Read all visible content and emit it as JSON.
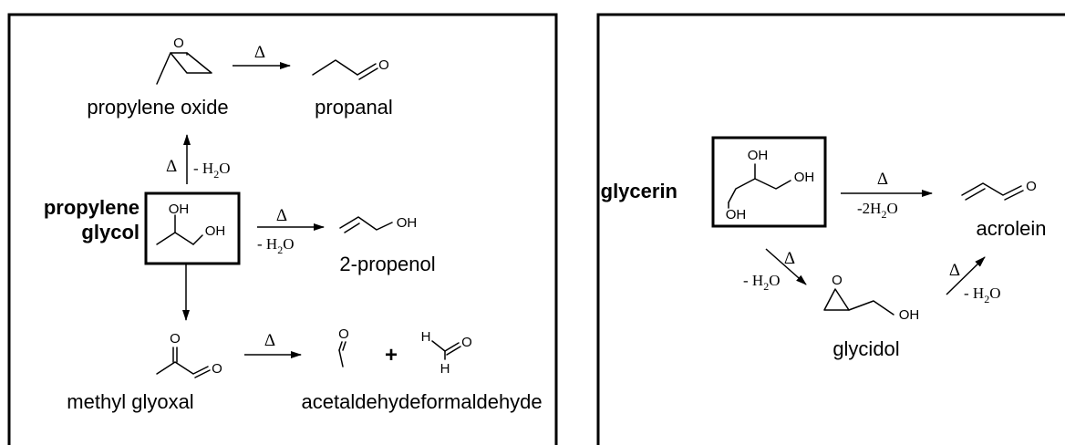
{
  "left_panel": {
    "heat_symbol": "Δ",
    "minus_water": "- H",
    "minus_two_water_prefix": "-2H",
    "water_sub": "2",
    "water_o": "O",
    "plus": "+",
    "propylene_glycol_line1": "propylene",
    "propylene_glycol_line2": "glycol",
    "propylene_oxide": "propylene oxide",
    "propanal": "propanal",
    "propenol": "2-propenol",
    "methyl_glyoxal": "methyl glyoxal",
    "acetaldehyde": "acetaldehyde",
    "formaldehyde": "formaldehyde",
    "atom_O": "O",
    "atom_OH": "OH",
    "atom_H": "H"
  },
  "right_panel": {
    "glycerin": "glycerin",
    "acrolein": "acrolein",
    "glycidol": "glycidol"
  }
}
